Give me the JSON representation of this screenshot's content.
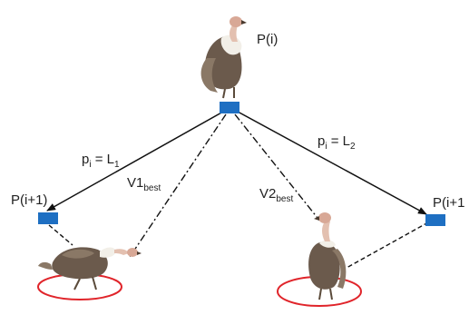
{
  "nodes": {
    "top": "P(i)",
    "left": "P(i+1)",
    "right": "P(i+1"
  },
  "edges": {
    "left_prob": {
      "base": "p",
      "base_sub": "i",
      "eq": " = L",
      "eq_sub": "1"
    },
    "right_prob": {
      "base": "p",
      "base_sub": "i",
      "eq": " = L",
      "eq_sub": "2"
    },
    "v1": {
      "base": "V1",
      "sub": "best"
    },
    "v2": {
      "base": "V2",
      "sub": "best"
    }
  },
  "colors": {
    "node": "#1e6fc2",
    "ring": "#e0242a",
    "edge": "#111111",
    "vulture_body": "#6b5a4c",
    "vulture_wing": "#8a7866",
    "vulture_neck": "#e3c0b0",
    "vulture_ruff": "#f2efe8"
  },
  "icons": [
    "vulture-icon",
    "node-square-icon",
    "arrow-head-icon"
  ]
}
